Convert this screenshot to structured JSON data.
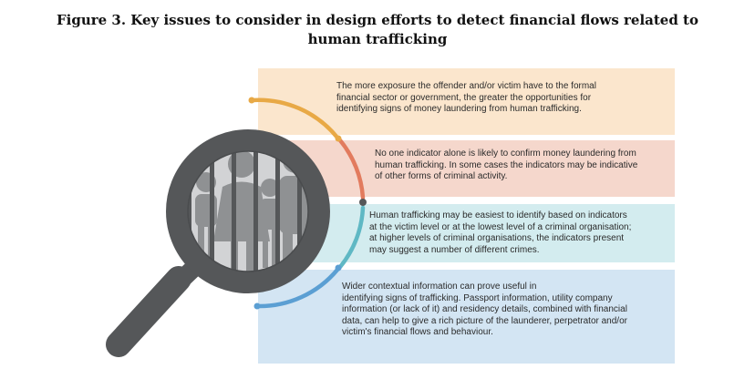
{
  "figure": {
    "title_lines": [
      "Figure 3. Key issues to consider in design efforts to detect financial flows related to",
      "human trafficking"
    ]
  },
  "issues": [
    {
      "color": "#e8a946",
      "lines": [
        "The more exposure the offender and/or victim have to the formal",
        "financial sector or government, the greater the opportunities for",
        "identifying signs of money laundering from human trafficking."
      ]
    },
    {
      "color": "#e27b5e",
      "lines": [
        "No one indicator alone is likely to confirm money laundering from",
        "human trafficking. In some cases the indicators may be indicative",
        "of other forms of criminal activity."
      ]
    },
    {
      "color": "#5fb8c4",
      "lines": [
        "Human trafficking may be easiest to identify based on indicators",
        "at the victim level or at the lowest level of a criminal organisation;",
        "at higher levels of criminal organisations, the indicators present",
        "may suggest a number of different crimes."
      ]
    },
    {
      "color": "#5b9fd3",
      "lines": [
        "Wider contextual information can prove useful in",
        "identifying signs of trafficking. Passport information, utility company",
        "information (or lack of it) and residency details, combined with financial",
        "data, can help to give a rich picture of the launderer, perpetrator and/or",
        "victim's financial flows and behaviour."
      ]
    }
  ],
  "graphic": {
    "icon": "magnifying-glass-over-family-behind-bars-icon",
    "lens_rim_color": "#555759",
    "silhouette_color": "#8f9193"
  }
}
